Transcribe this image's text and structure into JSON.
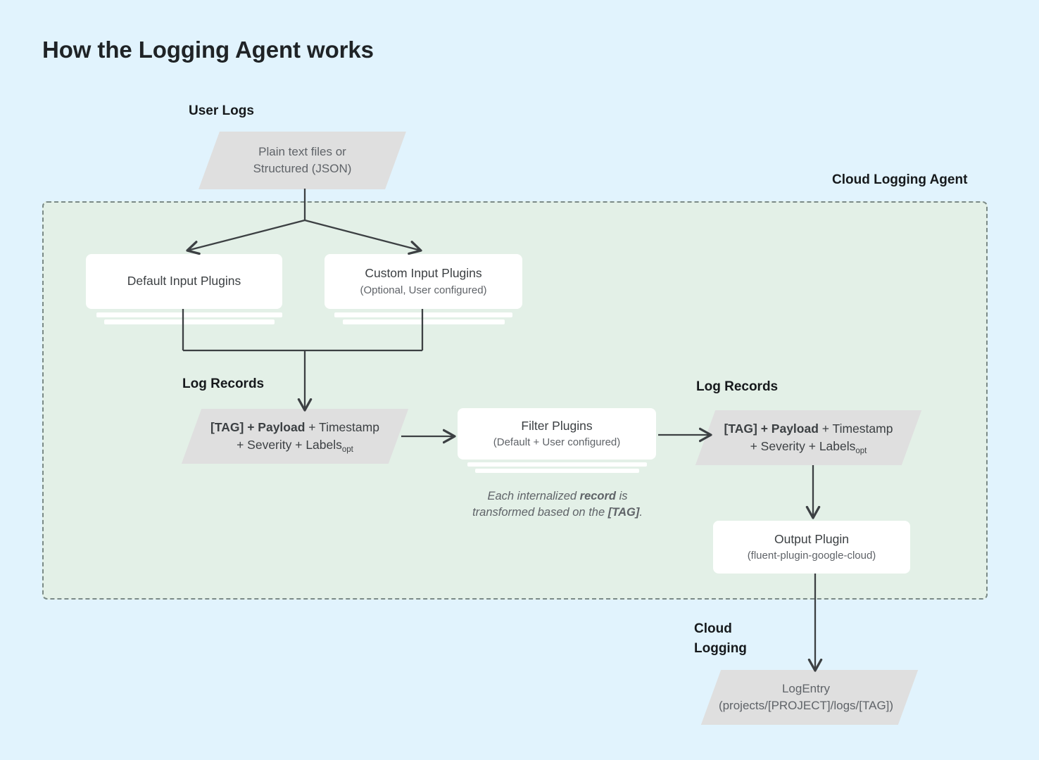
{
  "page": {
    "title": "How the Logging Agent works",
    "background_color": "#e1f3fd",
    "agent_region_color": "#e3f0e7",
    "node_color": "#dfdfdf",
    "card_color": "#ffffff",
    "line_color": "#3c4043"
  },
  "labels": {
    "user_logs": "User Logs",
    "cloud_logging_agent": "Cloud Logging Agent",
    "log_records_left": "Log Records",
    "log_records_right": "Log Records",
    "cloud_logging_line1": "Cloud",
    "cloud_logging_line2": "Logging"
  },
  "nodes": {
    "user_logs_source": {
      "line1": "Plain text files or",
      "line2": "Structured (JSON)"
    },
    "default_input_plugins": {
      "title": "Default Input Plugins",
      "subtitle": ""
    },
    "custom_input_plugins": {
      "title": "Custom Input Plugins",
      "subtitle": "(Optional, User configured)"
    },
    "log_record_left": {
      "bold": "[TAG] + Payload",
      "rest": " + Timestamp",
      "line2_pre": "+ Severity + Labels",
      "line2_sub": "opt"
    },
    "filter_plugins": {
      "title": "Filter Plugins",
      "subtitle": "(Default + User configured)"
    },
    "log_record_right": {
      "bold": "[TAG] + Payload",
      "rest": " + Timestamp",
      "line2_pre": "+ Severity + Labels",
      "line2_sub": "opt"
    },
    "output_plugin": {
      "title": "Output Plugin",
      "subtitle": "(fluent-plugin-google-cloud)"
    },
    "log_entry": {
      "line1": "LogEntry",
      "line2": "(projects/[PROJECT]/logs/[TAG])"
    }
  },
  "annotations": {
    "transform_note_l1_a": "Each internalized ",
    "transform_note_l1_b": "record",
    "transform_note_l1_c": " is",
    "transform_note_l2_a": "transformed based on the ",
    "transform_note_l2_b": "[TAG]",
    "transform_note_l2_c": "."
  }
}
